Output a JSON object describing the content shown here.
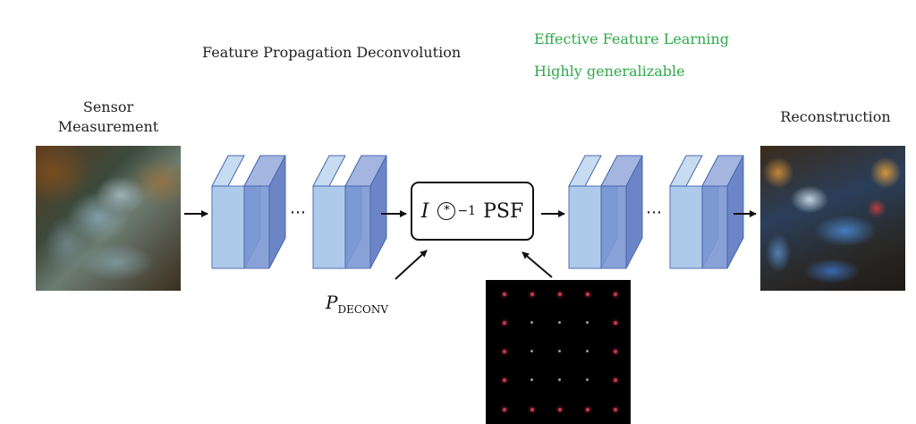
{
  "labels": {
    "sensor_line1": "Sensor",
    "sensor_line2": "Measurement",
    "reconstruction": "Reconstruction",
    "fpd_title": "Feature Propagation Deconvolution",
    "green_line1": "Effective Feature Learning",
    "green_line2": "Highly generalizable",
    "op_i": "I",
    "op_circ": "*",
    "op_sup": "−1",
    "op_psf": "PSF",
    "p_script": "P",
    "p_sub": "DECONV",
    "ellipsis": "⋯"
  },
  "colors": {
    "accent_green": "#2eaa4a",
    "layer_front": "#a9c8ea",
    "layer_back": "#6b85c6",
    "layer_edge": "#4a67b0"
  }
}
